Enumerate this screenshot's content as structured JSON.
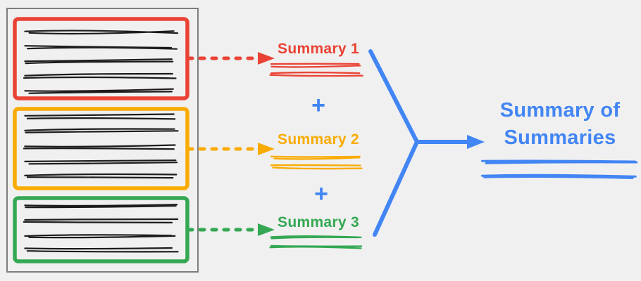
{
  "colors": {
    "background": "#f0f0f0",
    "document_border": "#7d7d7d",
    "text_scribble": "#1c1c1c",
    "red": "#EA4335",
    "orange": "#F9AB00",
    "green": "#34A853",
    "blue": "#4285F4"
  },
  "source_document": {
    "sections": [
      {
        "name": "section-1",
        "color": "#EA4335",
        "scribble_line_count": 5
      },
      {
        "name": "section-2",
        "color": "#F9AB00",
        "scribble_line_count": 5
      },
      {
        "name": "section-3",
        "color": "#34A853",
        "scribble_line_count": 4
      }
    ]
  },
  "summaries": [
    {
      "label": "Summary 1",
      "color": "#EA4335"
    },
    {
      "label": "Summary 2",
      "color": "#F9AB00"
    },
    {
      "label": "Summary 3",
      "color": "#34A853"
    }
  ],
  "plus_sign": "+",
  "result": {
    "line1": "Summary of",
    "line2": "Summaries",
    "color": "#4285F4"
  }
}
